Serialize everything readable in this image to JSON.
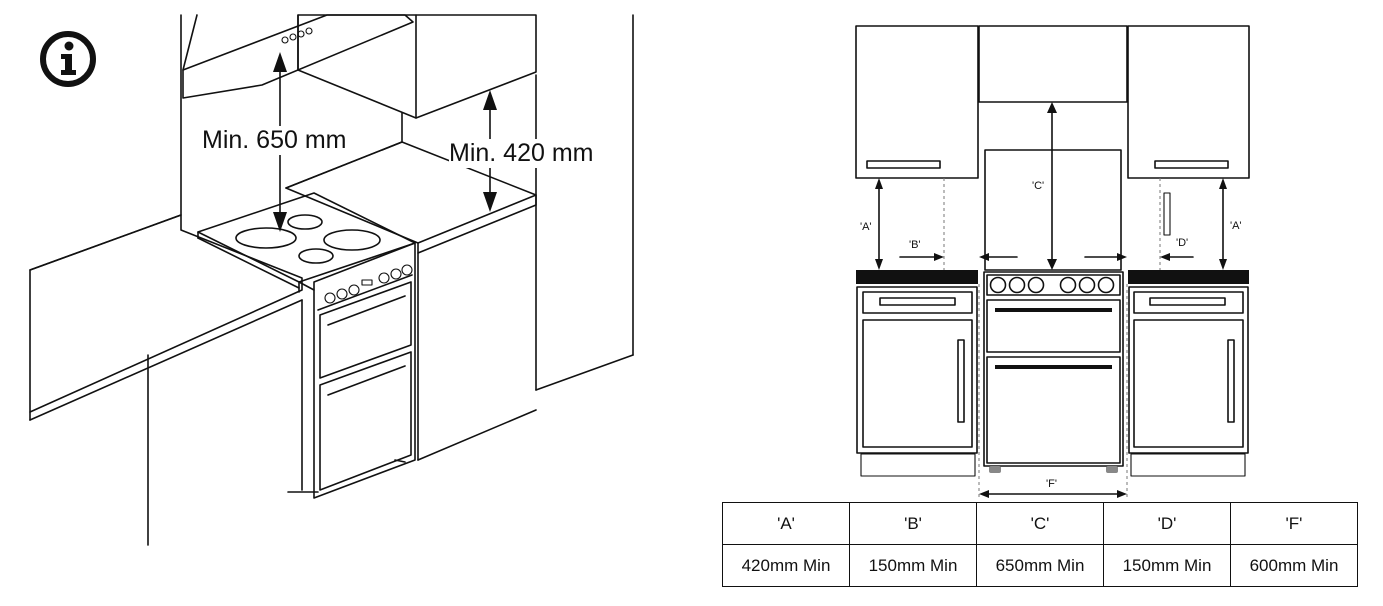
{
  "left_diagram": {
    "icon": "info-icon",
    "labels": {
      "hood_clearance": "Min. 650 mm",
      "cabinet_clearance": "Min. 420 mm"
    }
  },
  "right_diagram": {
    "dimension_labels": {
      "A_left": "'A'",
      "A_right": "'A'",
      "B": "'B'",
      "C": "'C'",
      "D": "'D'",
      "F": "'F'"
    }
  },
  "table": {
    "headers": [
      "'A'",
      "'B'",
      "'C'",
      "'D'",
      "'F'"
    ],
    "values": [
      "420mm Min",
      "150mm Min",
      "650mm Min",
      "150mm Min",
      "600mm Min"
    ]
  }
}
